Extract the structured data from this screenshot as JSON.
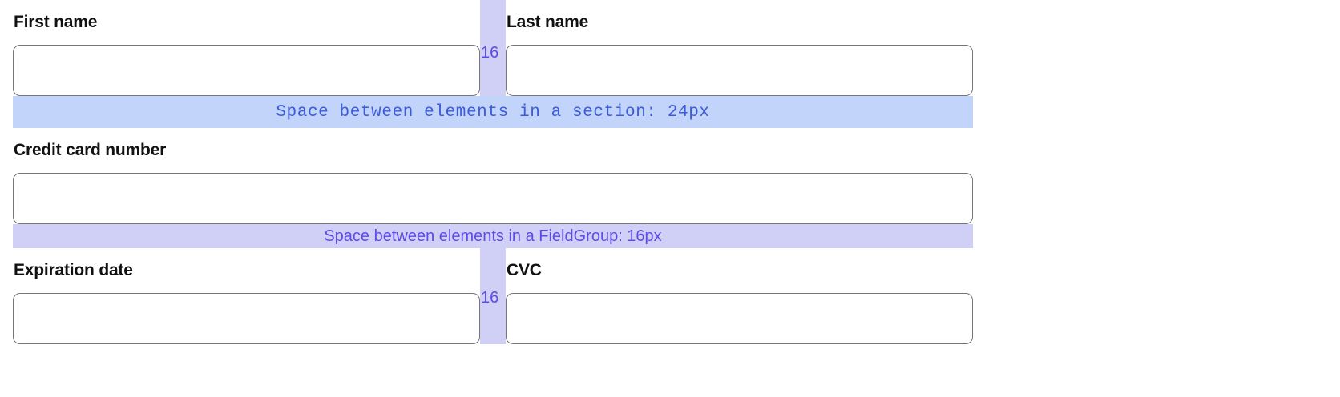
{
  "meta": {
    "accent_purple": "#5b4ce8",
    "accent_blue": "#3b5bdb",
    "band_section_bg": "#c3d4fb",
    "band_fieldgroup_bg": "#d0d0f7",
    "input_border": "#767676",
    "page_bg": "#ffffff"
  },
  "form": {
    "rows": [
      {
        "left": {
          "label": "First name",
          "value": "",
          "placeholder": ""
        },
        "gap": {
          "value": "16"
        },
        "right": {
          "label": "Last name",
          "value": "",
          "placeholder": ""
        }
      },
      {
        "left": {
          "label": "Expiration date",
          "value": "",
          "placeholder": ""
        },
        "gap": {
          "value": "16"
        },
        "right": {
          "label": "CVC",
          "value": "",
          "placeholder": ""
        }
      }
    ],
    "credit_card": {
      "label": "Credit card number",
      "value": "",
      "placeholder": ""
    }
  },
  "annotations": {
    "section_gap": {
      "text": "Space between elements in a section: 24px",
      "value": "24px"
    },
    "fieldgroup_gap": {
      "text": "Space between elements in a FieldGroup: 16px",
      "value": "16px"
    }
  }
}
